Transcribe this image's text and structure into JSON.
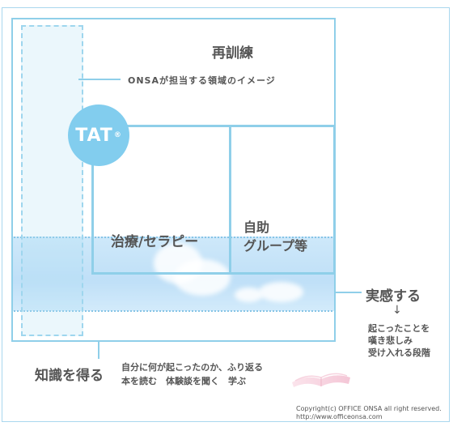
{
  "labels": {
    "retraining": "再訓練",
    "onsa_area": "ONSAが担当する領域のイメージ",
    "tat": "TAT",
    "tat_mark": "®",
    "therapy": "治療/セラピー",
    "self_help_line1": "自助",
    "self_help_line2": "グループ等",
    "experience": "実感する",
    "arrow": "↓",
    "grief_line1": "起こったことを",
    "grief_line2": "嘆き悲しみ",
    "grief_line3": "受け入れる段階",
    "knowledge": "知識を得る",
    "reflect_line1": "自分に何が起こったのか、ふり返る",
    "reflect_line2": "本を読む　体験談を聞く　学ぶ"
  },
  "footer": {
    "copyright": "Copyright(c) OFFICE ONSA all right reserved.",
    "url": "http://www.officeonsa.com"
  },
  "colors": {
    "frame": "#8fcfe9",
    "tat_circle": "#82cdee",
    "band": "#b4daf6",
    "text": "#555555"
  },
  "icons": [
    "open-book-icon"
  ]
}
